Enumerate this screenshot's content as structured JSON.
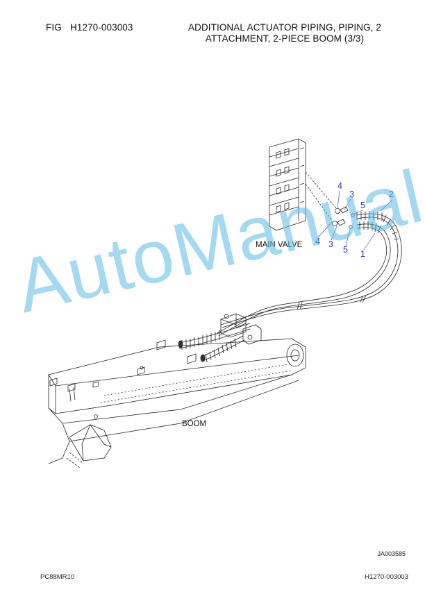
{
  "header": {
    "fig_label": "FIG",
    "fig_code": "H1270-003003",
    "title_line1": "ADDITIONAL ACTUATOR PIPING, PIPING, 2",
    "title_line2": "ATTACHMENT, 2-PIECE BOOM (3/3)"
  },
  "diagram": {
    "labels": {
      "main_valve": "MAIN VALVE",
      "boom": "BOOM"
    },
    "callouts": [
      "4",
      "3",
      "5",
      "2",
      "4",
      "3",
      "5",
      "1"
    ],
    "callout_color": "#2b2fb8"
  },
  "watermark": {
    "text": "AutoManual",
    "color": "#5ab9e6"
  },
  "footer": {
    "drawing_id": "JA003585",
    "model": "PC88MR10",
    "code": "H1270-003003"
  }
}
